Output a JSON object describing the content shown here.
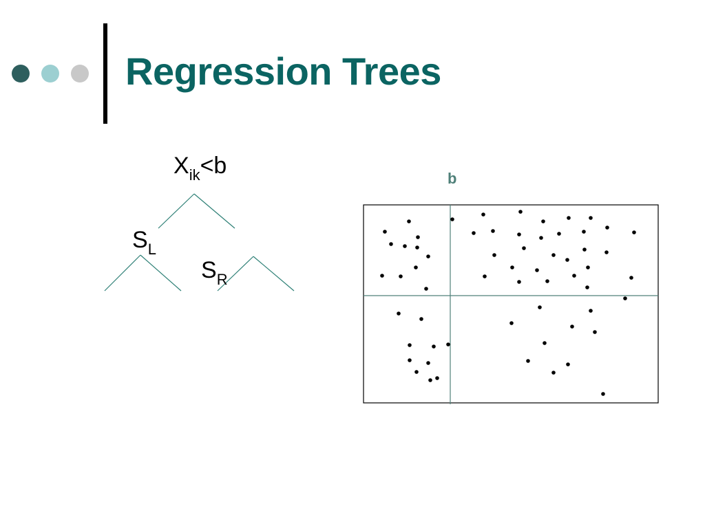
{
  "colors": {
    "title": "#0b6462",
    "accent": "#2e8076",
    "bullet_dark": "#2e5f5e",
    "bullet_light": "#9ccfd1",
    "bullet_gray": "#c8c8c8",
    "split_line": "#4f8079"
  },
  "slide": {
    "title": "Regression Trees"
  },
  "tree": {
    "root": {
      "base": "X",
      "sub": "ik",
      "rest": "<b"
    },
    "left": {
      "base": "S",
      "sub": "L"
    },
    "right": {
      "base": "S",
      "sub": "R"
    }
  },
  "scatter": {
    "split_label": "b"
  }
}
